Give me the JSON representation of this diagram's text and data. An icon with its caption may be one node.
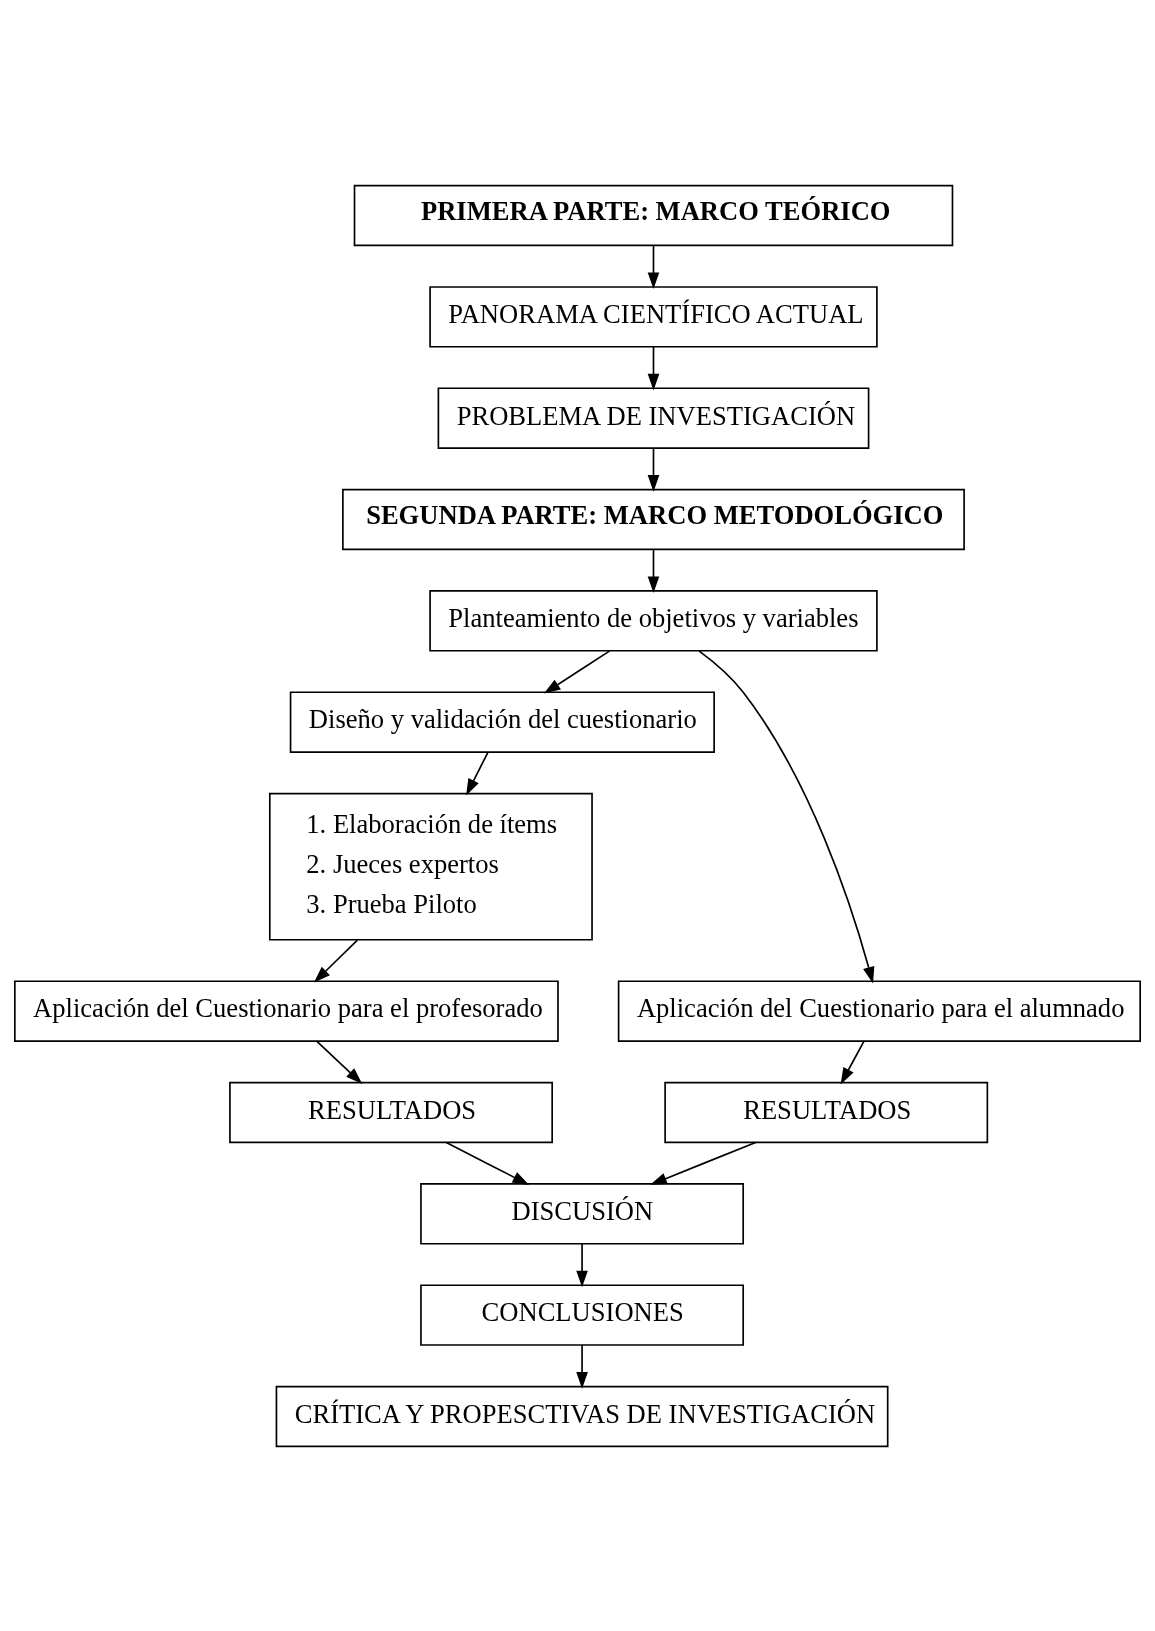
{
  "diagram": {
    "nodes": [
      {
        "text": [
          "PRIMERA PARTE: MARCO TEÓRICO"
        ]
      },
      {
        "text": [
          "PANORAMA CIENTÍFICO ACTUAL"
        ]
      },
      {
        "text": [
          "PROBLEMA DE INVESTIGACIÓN"
        ]
      },
      {
        "text": [
          "SEGUNDA PARTE: MARCO METODOLÓGICO"
        ]
      },
      {
        "text": [
          "Planteamiento de objetivos y variables"
        ]
      },
      {
        "text": [
          "Diseño y validación del cuestionario"
        ]
      },
      {
        "text": [
          "1. Elaboración de ítems",
          "2. Jueces expertos",
          "3. Prueba Piloto"
        ]
      },
      {
        "text": [
          "Aplicación del Cuestionario para el profesorado"
        ]
      },
      {
        "text": [
          "Aplicación del Cuestionario para el alumnado"
        ]
      },
      {
        "text": [
          "RESULTADOS"
        ]
      },
      {
        "text": [
          "RESULTADOS"
        ]
      },
      {
        "text": [
          "DISCUSIÓN"
        ]
      },
      {
        "text": [
          "CONCLUSIONES"
        ]
      },
      {
        "text": [
          "CRÍTICA Y PROPESCTIVAS DE INVESTIGACIÓN"
        ]
      }
    ],
    "edges": [
      {
        "from": 0,
        "to": 1,
        "arrow": "to"
      },
      {
        "from": 1,
        "to": 2,
        "arrow": "to"
      },
      {
        "from": 2,
        "to": 3,
        "arrow": "to"
      },
      {
        "from": 3,
        "to": 4,
        "arrow": "to"
      },
      {
        "from": 4,
        "to": 5,
        "arrow": "to"
      },
      {
        "from": 4,
        "to": 8,
        "arrow": "to"
      },
      {
        "from": 5,
        "to": 6,
        "arrow": "to"
      },
      {
        "from": 6,
        "to": 7,
        "arrow": "to"
      },
      {
        "from": 7,
        "to": 9,
        "arrow": "to"
      },
      {
        "from": 8,
        "to": 10,
        "arrow": "to"
      },
      {
        "from": 9,
        "to": 11,
        "arrow": "to"
      },
      {
        "from": 10,
        "to": 11,
        "arrow": "to"
      },
      {
        "from": 11,
        "to": 12,
        "arrow": "to"
      },
      {
        "from": 12,
        "to": 13,
        "arrow": "to"
      }
    ]
  }
}
